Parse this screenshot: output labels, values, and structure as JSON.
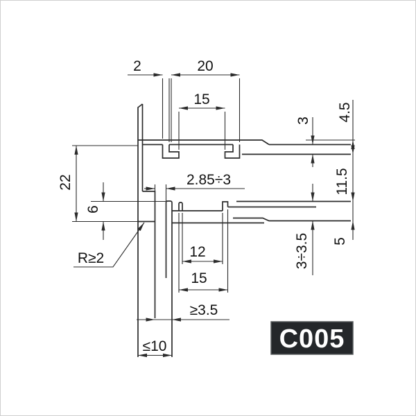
{
  "drawing": {
    "code_label": "C005",
    "dims": {
      "top_wall": "2",
      "top_outer_width": "20",
      "top_inner_width": "15",
      "arm_thickness": "3",
      "right_top_height": "4.5",
      "slot_upper": "2.85÷3",
      "left_height": "22",
      "right_gap": "11.5",
      "left_step": "6",
      "radius": "R≥2",
      "lower_inner_width": "12",
      "mid_arm_thickness": "3÷3.5",
      "lower_outer_width": "15",
      "mid_arm_height": "5",
      "slot_lower": "≥3.5",
      "stem_width": "≤10"
    },
    "colors": {
      "line": "#2b2b2b",
      "text": "#111111",
      "badge_bg": "#24272a",
      "badge_border": "#55585a",
      "badge_text": "#ffffff",
      "background": "#ffffff"
    }
  }
}
